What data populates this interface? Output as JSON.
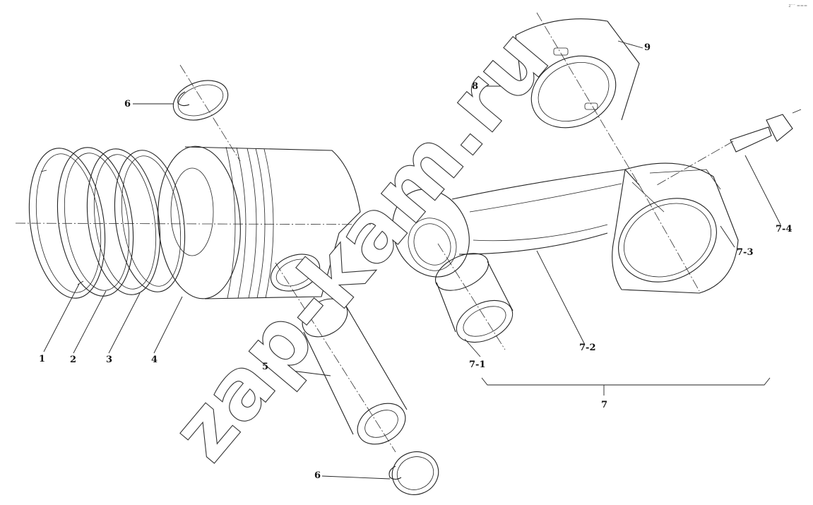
{
  "diagram": {
    "watermark": "zap-kam.ru",
    "corner_note": "z⁻⁻ ===",
    "labels": {
      "ring_1": "1",
      "ring_2": "2",
      "ring_3": "3",
      "piston": "4",
      "piston_pin": "5",
      "circlip_top": "6",
      "circlip_bottom": "6",
      "connecting_rod_assembly": "7",
      "bushing": "7-1",
      "rod_body": "7-2",
      "rod_cap": "7-3",
      "rod_bolt": "7-4",
      "bearing_shell_upper": "8",
      "bearing_shell_lower": "9"
    }
  }
}
